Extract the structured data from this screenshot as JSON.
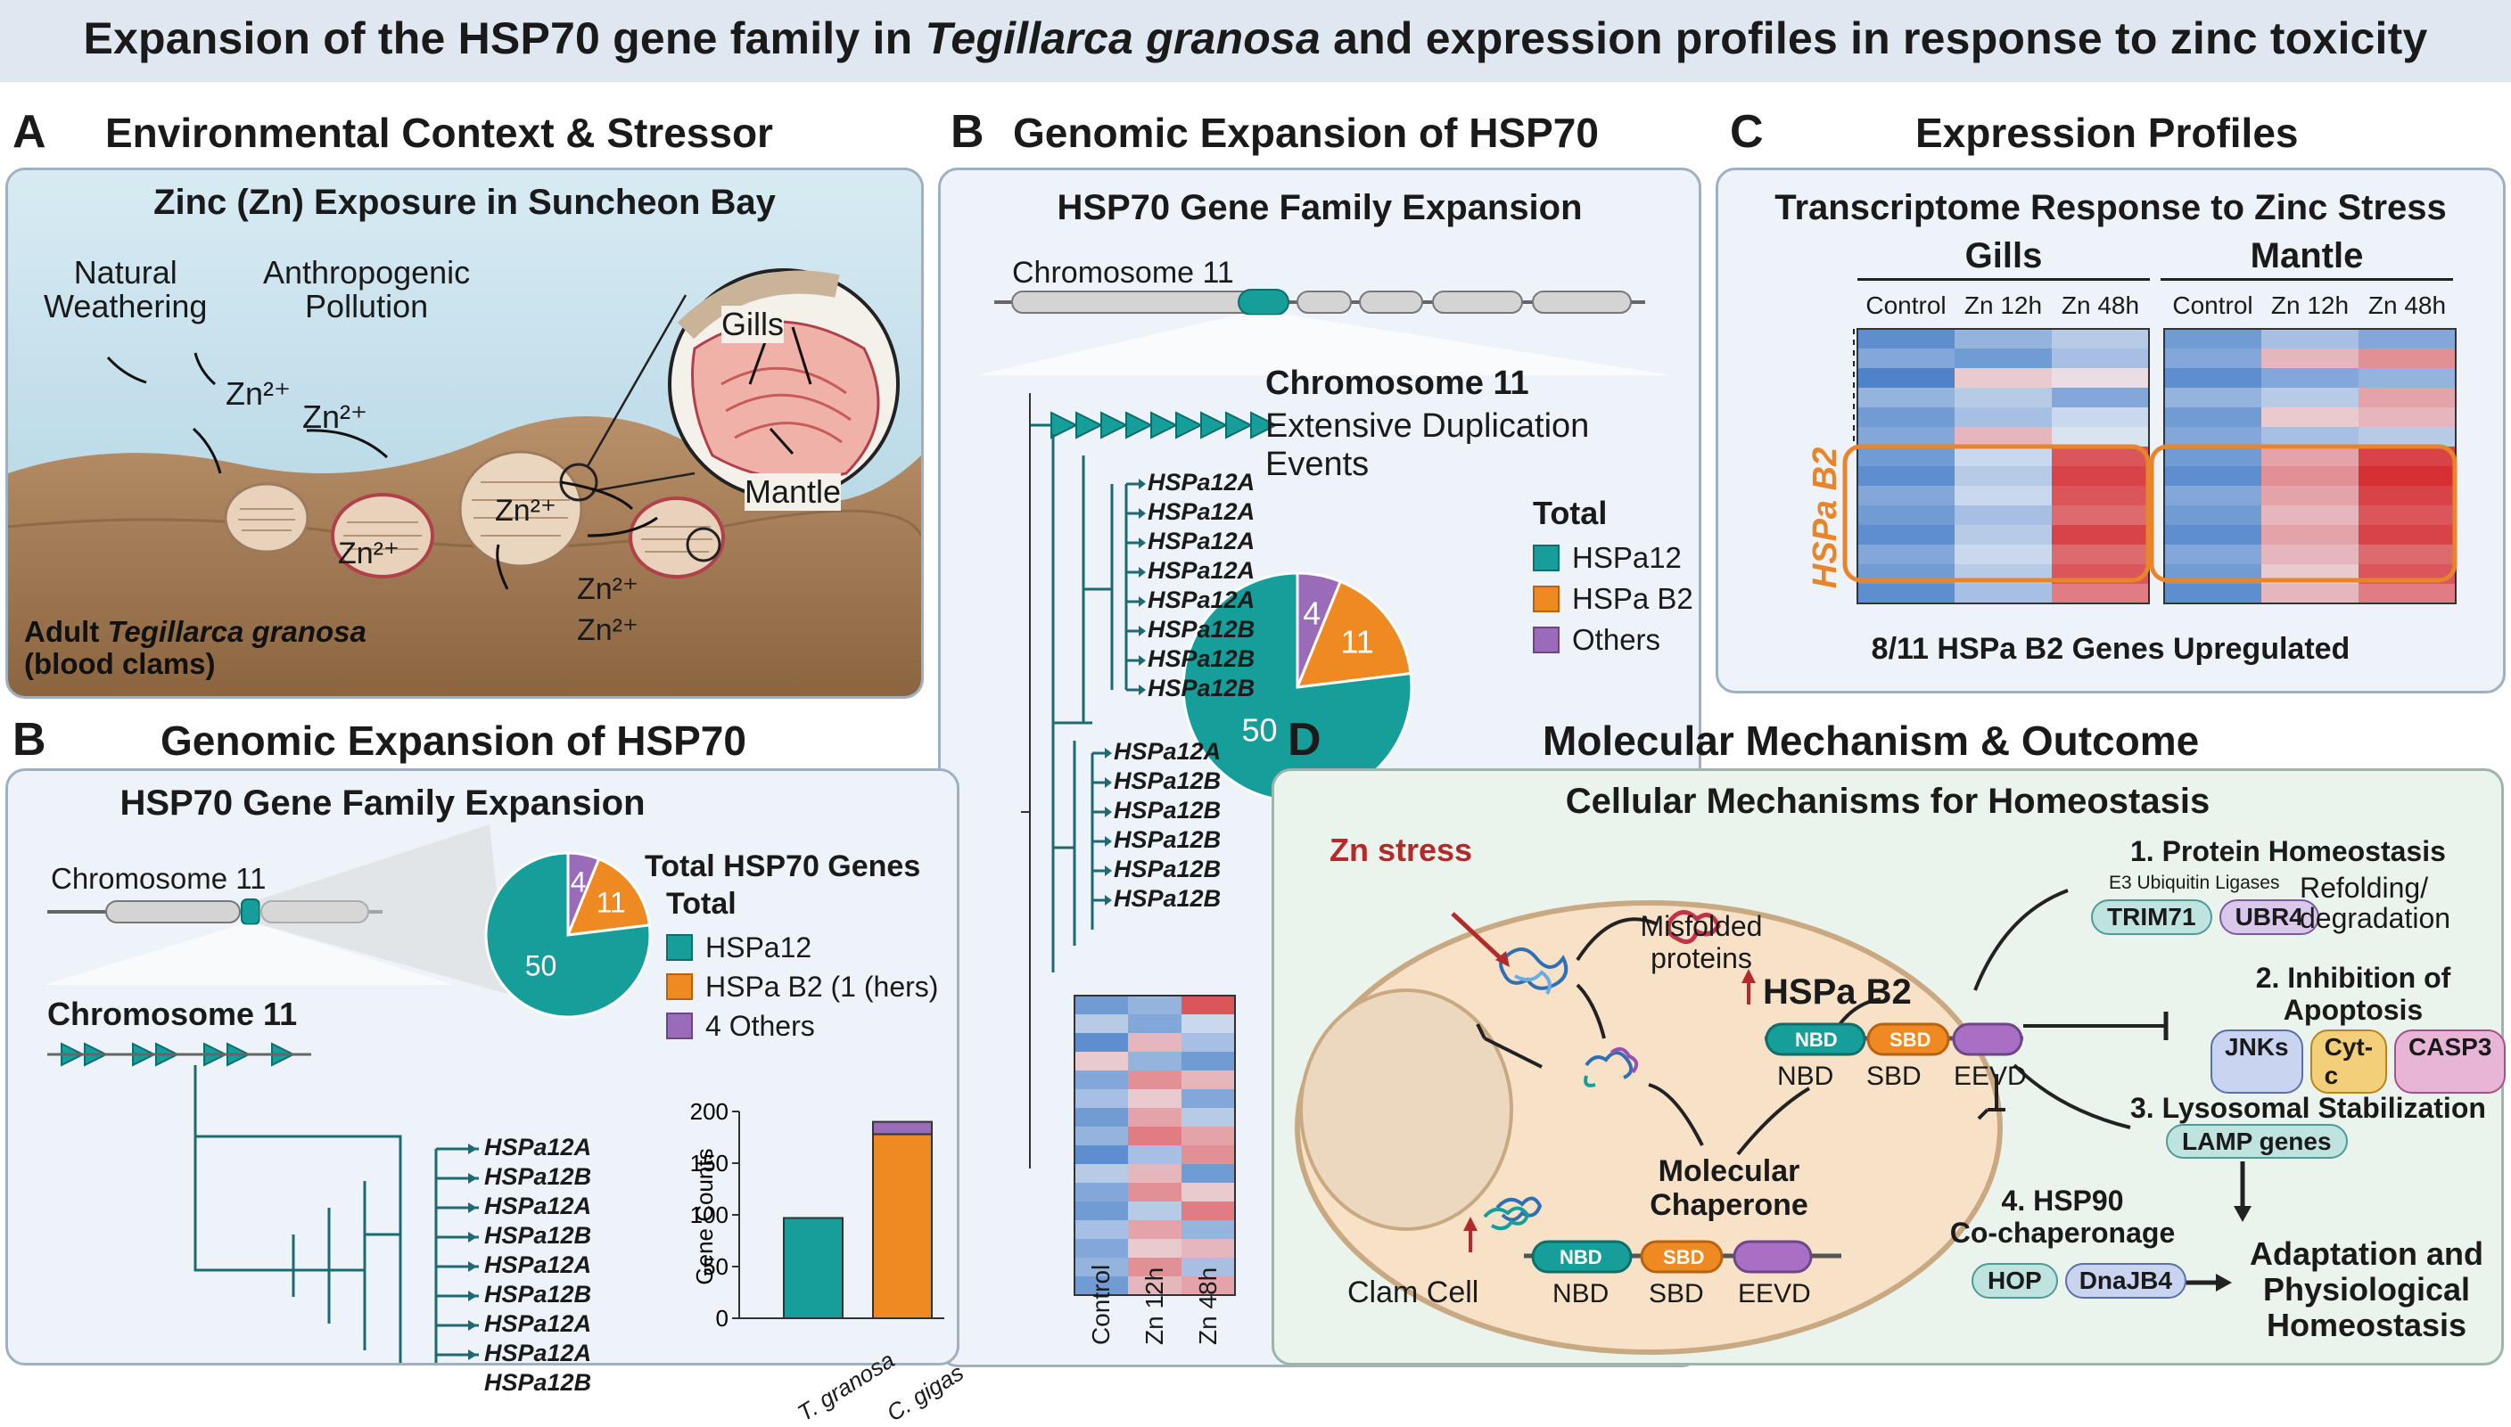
{
  "title": {
    "pre": "Expansion of the HSP70 gene family in ",
    "species": "Tegillarca granosa",
    "post": " and expression profiles in response to zinc toxicity"
  },
  "panelA": {
    "letter": "A",
    "heading": "Environmental Context & Stressor",
    "subtitle": "Zinc (Zn) Exposure in Suncheon Bay",
    "src1": [
      "Natural",
      "Weathering"
    ],
    "src2": [
      "Anthropogenic",
      "Pollution"
    ],
    "zn": "Zn²⁺",
    "gills": "Gills",
    "mantle": "Mantle",
    "adult_pre": "Adult ",
    "adult_species": "Tegillarca granosa",
    "adult_post": "(blood clams)"
  },
  "panelB1": {
    "letter": "B",
    "heading": "Genomic Expansion of HSP70",
    "subtitle": "HSP70 Gene Family Expansion",
    "chrom": "Chromosome 11",
    "dup": "Extensive Duplication Events",
    "total": "Total",
    "legend": [
      "HSPa12",
      "HSPa B2",
      "Others"
    ],
    "pie": [
      50,
      11,
      4
    ],
    "genes": [
      "HSPa12A",
      "HSPa12A",
      "HSPa12A",
      "HSPa12A",
      "HSPa12A",
      "HSPa12B",
      "HSPa12B",
      "HSPa12B",
      "HSPa12A",
      "HSPa12B",
      "HSPa12B",
      "HSPa12B",
      "HSPa12B",
      "HSPa12B"
    ],
    "heat_cols": [
      "Control",
      "Zn 12h",
      "Zn 48h"
    ]
  },
  "panelB2": {
    "letter": "B",
    "heading": "Genomic Expansion of HSP70",
    "subtitle": "HSP70 Gene Family Expansion",
    "chrom_top": "Chromosome 11",
    "chrom_bold": "Chromosome 11",
    "total_title": "Total HSP70 Genes",
    "total": "Total",
    "legend": [
      "HSPa12",
      "HSPa B2 (1 (hers)",
      "4 Others"
    ],
    "pie": [
      50,
      11,
      4
    ],
    "genes": [
      "HSPa12A",
      "HSPa12B",
      "HSPa12A",
      "HSPa12B",
      "HSPa12A",
      "HSPa12B",
      "HSPa12A",
      "HSPa12A",
      "HSPa12B"
    ],
    "bar_ylabel": "Gene Counts",
    "bar_ticks": [
      "0",
      "50",
      "100",
      "150",
      "200"
    ]
  },
  "panelC": {
    "letter": "C",
    "heading": "Expression Profiles",
    "subtitle": "Transcriptome Response to Zinc Stress",
    "tissues": [
      "Gills",
      "Mantle"
    ],
    "cols": [
      "Control",
      "Zn 12h",
      "Zn 48h"
    ],
    "side": "HSPa B2",
    "footer": "8/11 HSPa B2 Genes Upregulated"
  },
  "panelD": {
    "letter": "D",
    "heading": "Molecular Mechanism & Outcome",
    "subtitle": "Cellular Mechanisms for Homeostasis",
    "zn_stress": "Zn stress",
    "misfolded": [
      "Misfolded",
      "proteins"
    ],
    "hspab2": "HSPa B2",
    "domains": [
      "NBD",
      "SBD",
      "EEVD"
    ],
    "chaperone": [
      "Molecular",
      "Chaperone"
    ],
    "cell": "Clam Cell",
    "o1_title": "1. Protein Homeostasis",
    "o1_sub": "E3 Ubiquitin Ligases",
    "o1_chips": [
      "TRIM71",
      "UBR4"
    ],
    "o1_note": [
      "Refolding/",
      "degradation"
    ],
    "o2_title": [
      "2. Inhibition of",
      "Apoptosis"
    ],
    "o2_chips": [
      "JNKs",
      "Cyt-c",
      "CASP3"
    ],
    "o3_title": "3. Lysosomal Stabilization",
    "o3_chip": "LAMP genes",
    "o4_title": [
      "4. HSP90",
      "Co-chaperonage"
    ],
    "o4_chips": [
      "HOP",
      "DnaJB4"
    ],
    "outcome": [
      "Adaptation and",
      "Physiological",
      "Homeostasis"
    ]
  },
  "chart_data": [
    {
      "type": "pie",
      "categories": [
        "HSPa12",
        "HSPa B2",
        "Others"
      ],
      "values": [
        50,
        11,
        4
      ],
      "title": "Total",
      "legend": "right"
    },
    {
      "type": "bar",
      "categories": [
        "T. granosa",
        "C. gigas"
      ],
      "series": [
        {
          "name": "HSPa12",
          "values": [
            97,
            178
          ]
        },
        {
          "name": "Others",
          "values": [
            0,
            12
          ]
        }
      ],
      "title": "",
      "xlabel": "",
      "ylabel": "Gene Counts",
      "ylim": [
        0,
        200
      ],
      "yticks": [
        0,
        50,
        100,
        150,
        200
      ]
    },
    {
      "type": "heatmap",
      "title": "Gills",
      "x": [
        "Control",
        "Zn 12h",
        "Zn 48h"
      ],
      "values": [
        [
          -0.8,
          -0.5,
          -0.3
        ],
        [
          -0.6,
          -0.7,
          -0.4
        ],
        [
          -0.9,
          0.2,
          0.1
        ],
        [
          -0.5,
          -0.3,
          -0.6
        ],
        [
          -0.7,
          -0.4,
          -0.2
        ],
        [
          -0.6,
          0.3,
          -0.1
        ],
        [
          -0.7,
          -0.2,
          0.8
        ],
        [
          -0.8,
          -0.3,
          0.9
        ],
        [
          -0.6,
          -0.2,
          0.8
        ],
        [
          -0.7,
          -0.4,
          0.7
        ],
        [
          -0.8,
          -0.3,
          0.9
        ],
        [
          -0.6,
          -0.2,
          0.7
        ],
        [
          -0.7,
          -0.3,
          0.8
        ],
        [
          -0.8,
          -0.4,
          0.6
        ]
      ]
    },
    {
      "type": "heatmap",
      "title": "Mantle",
      "x": [
        "Control",
        "Zn 12h",
        "Zn 48h"
      ],
      "values": [
        [
          -0.7,
          -0.4,
          -0.6
        ],
        [
          -0.6,
          0.3,
          0.5
        ],
        [
          -0.8,
          -0.6,
          -0.5
        ],
        [
          -0.5,
          -0.3,
          0.4
        ],
        [
          -0.7,
          0.2,
          0.3
        ],
        [
          -0.6,
          -0.4,
          -0.3
        ],
        [
          -0.7,
          0.4,
          0.9
        ],
        [
          -0.8,
          0.5,
          1.0
        ],
        [
          -0.6,
          0.4,
          0.9
        ],
        [
          -0.7,
          0.3,
          0.8
        ],
        [
          -0.8,
          0.4,
          0.9
        ],
        [
          -0.6,
          0.3,
          0.7
        ],
        [
          -0.7,
          0.2,
          0.8
        ],
        [
          -0.8,
          0.3,
          0.6
        ]
      ]
    },
    {
      "type": "heatmap",
      "title": "",
      "x": [
        "Control",
        "Zn 12h",
        "Zn 48h"
      ],
      "values": [
        [
          -0.7,
          -0.5,
          0.8
        ],
        [
          -0.3,
          -0.6,
          -0.2
        ],
        [
          -0.8,
          0.3,
          -0.4
        ],
        [
          0.2,
          -0.5,
          -0.7
        ],
        [
          -0.6,
          0.5,
          0.3
        ],
        [
          -0.4,
          0.2,
          -0.6
        ],
        [
          -0.7,
          0.4,
          -0.3
        ],
        [
          -0.5,
          0.6,
          0.4
        ],
        [
          -0.8,
          -0.4,
          0.5
        ],
        [
          -0.3,
          0.3,
          -0.7
        ],
        [
          -0.6,
          0.5,
          0.2
        ],
        [
          -0.7,
          -0.3,
          0.6
        ],
        [
          -0.4,
          0.4,
          -0.5
        ],
        [
          -0.6,
          0.2,
          0.3
        ],
        [
          -0.5,
          0.5,
          -0.4
        ],
        [
          -0.7,
          0.3,
          0.4
        ]
      ]
    }
  ]
}
